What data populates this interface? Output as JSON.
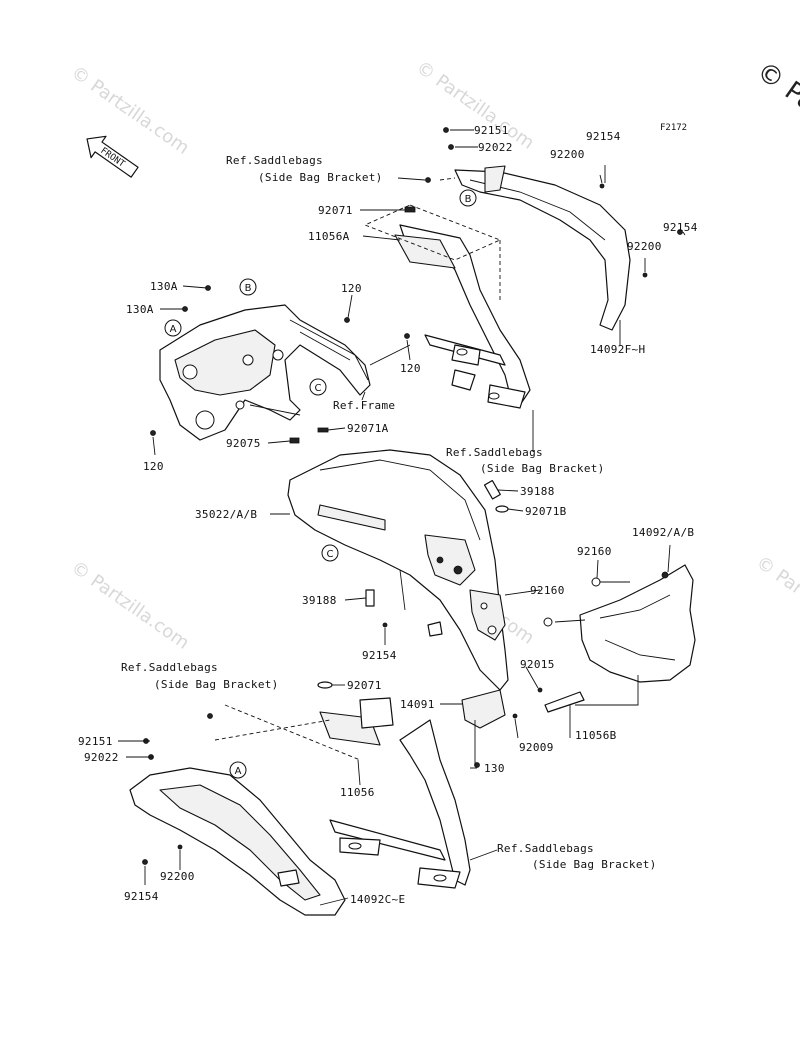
{
  "figure_code": "F2172",
  "front_label": "FRONT",
  "watermarks": {
    "text": "© Partzilla.com",
    "corner_text": "© Pa"
  },
  "ref_labels": {
    "saddlebags_top_line1": "Ref.Saddlebags",
    "saddlebags_top_line2": "(Side Bag Bracket)",
    "saddlebags_mid_line1": "Ref.Saddlebags",
    "saddlebags_mid_line2": "(Side Bag Bracket)",
    "saddlebags_left_line1": "Ref.Saddlebags",
    "saddlebags_left_line2": "(Side Bag Bracket)",
    "saddlebags_bottom_line1": "Ref.Saddlebags",
    "saddlebags_bottom_line2": "(Side Bag Bracket)",
    "frame": "Ref.Frame"
  },
  "callouts": {
    "a_upper": "A",
    "a_lower": "A",
    "b_upper": "B",
    "b_frame": "B",
    "c_frame": "C",
    "c_fender": "C"
  },
  "parts": {
    "p92151_top": "92151",
    "p92022_top": "92022",
    "p92154_top": "92154",
    "p92200_top": "92200",
    "p92154_right": "92154",
    "p92200_right": "92200",
    "p92071_top": "92071",
    "p11056A": "11056A",
    "p130A_1": "130A",
    "p130A_2": "130A",
    "p120_top": "120",
    "p120_mid": "120",
    "p120_left": "120",
    "p14092FH": "14092F~H",
    "p92075": "92075",
    "p92071A": "92071A",
    "p39188_top": "39188",
    "p35022": "35022/A/B",
    "p92071B": "92071B",
    "p14092AB": "14092/A/B",
    "p92160_top": "92160",
    "p92160_mid": "92160",
    "p39188_left": "39188",
    "p92154_mid": "92154",
    "p92015": "92015",
    "p92071_low": "92071",
    "p14091": "14091",
    "p92009": "92009",
    "p11056B": "11056B",
    "p92151_low": "92151",
    "p92022_low": "92022",
    "p11056": "11056",
    "p130": "130",
    "p92154_low": "92154",
    "p92200_low": "92200",
    "p14092CE": "14092C~E"
  }
}
